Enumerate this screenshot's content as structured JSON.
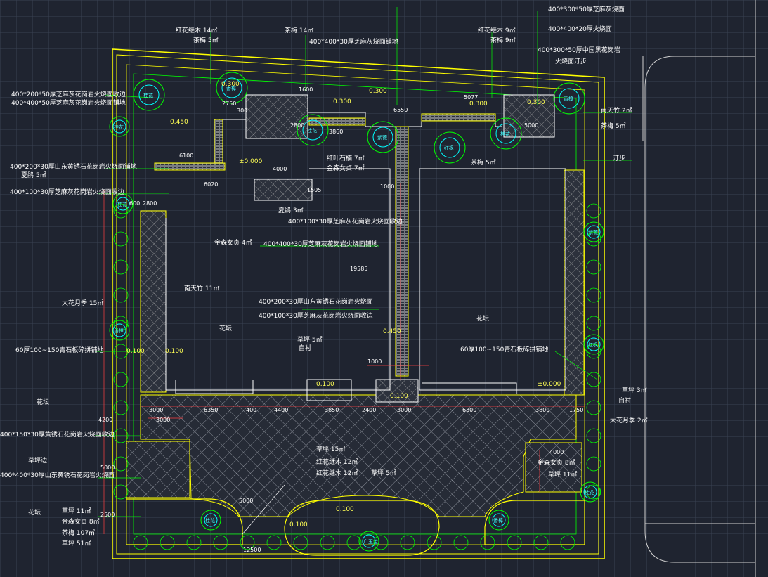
{
  "colors": {
    "background": "#1f2430",
    "grid": "#3a4252",
    "boundary": "#ffff00",
    "leader": "#00ff00",
    "text": "#ffffff",
    "dimension": "#ff4040",
    "plant": "#00ffff",
    "paving": "#9a9a9a",
    "road": "#d0d0d0"
  },
  "notes": {
    "top": [
      "红花继木 14㎡",
      "茶梅 5㎡",
      "茶梅 14㎡",
      "400*400*30厚芝麻灰烧面铺地",
      "红花继木 9㎡",
      "茶梅 9㎡",
      "400*300*50厚芝麻灰烧面",
      "400*400*20厚火烧面",
      "400*300*50厚中国黑花岗岩",
      "火烧面汀步"
    ],
    "left": [
      "400*200*50厚芝麻灰花岗岩火烧面收边",
      "400*400*50厚芝麻灰花岗岩火烧面铺地",
      "400*200*30厚山东黄锈石花岗岩火烧面铺地",
      "夏鹃 5㎡",
      "400*100*30厚芝麻灰花岗岩火烧面收边",
      "大花月季 15㎡",
      "60厚100~150青石板碎拼铺地",
      "花坛",
      "400*150*30厚黄锈石花岗岩火烧面收边",
      "草坪边",
      "400*400*30厚山东黄锈石花岗岩火烧面",
      "花坛",
      "草坪 11㎡",
      "金森女贞 8㎡",
      "茶梅 107㎡",
      "草坪 51㎡"
    ],
    "center": [
      "红叶石楠 7㎡",
      "金森女贞 7㎡",
      "夏鹃 3㎡",
      "400*100*30厚芝麻灰花岗岩火烧面收边",
      "金森女贞 4㎡",
      "400*400*30厚芝麻灰花岗岩火烧面铺地",
      "南天竹 11㎡",
      "花坛",
      "400*200*30厚山东黄锈石花岗岩火烧面",
      "400*100*30厚芝麻灰花岗岩火烧面收边",
      "草坪 5㎡",
      "自衬",
      "茶梅 5㎡",
      "草坪 15㎡",
      "红花继木 12㎡",
      "红花继木 12㎡",
      "草坪 5㎡"
    ],
    "right": [
      "南天竹 2㎡",
      "茶梅 5㎡",
      "汀步",
      "花坛",
      "60厚100~150青石板碎拼铺地",
      "草坪 3㎡",
      "自衬",
      "大花月季 2㎡",
      "金森女贞 8㎡",
      "草坪 11㎡"
    ]
  },
  "levels": [
    "0.300",
    "0.450",
    "0.300",
    "0.300",
    "0.300",
    "0.300",
    "±0.000",
    "0.450",
    "0.100",
    "0.100",
    "0.100",
    "±0.000",
    "0.100",
    "0.100",
    "0.100"
  ],
  "dimensions": {
    "bottom_row": [
      "3000",
      "6350",
      "400",
      "4400",
      "3850",
      "2400",
      "3000",
      "6300",
      "3800",
      "1750"
    ],
    "misc": [
      "2750",
      "300",
      "6100",
      "1600",
      "2800",
      "3860",
      "4000",
      "6550",
      "5077",
      "5000",
      "2800",
      "6020",
      "1505",
      "1000",
      "19585",
      "1000",
      "3000",
      "4200",
      "4000",
      "5000",
      "2500",
      "5000",
      "12500",
      "600"
    ]
  },
  "plants": [
    "桂花",
    "香樟",
    "桂花",
    "紫薇",
    "红枫",
    "桂花",
    "香樟",
    "桂花",
    "桂花",
    "香樟",
    "紫薇",
    "红枫",
    "桂花",
    "广玉兰",
    "香樟",
    "桂花"
  ]
}
